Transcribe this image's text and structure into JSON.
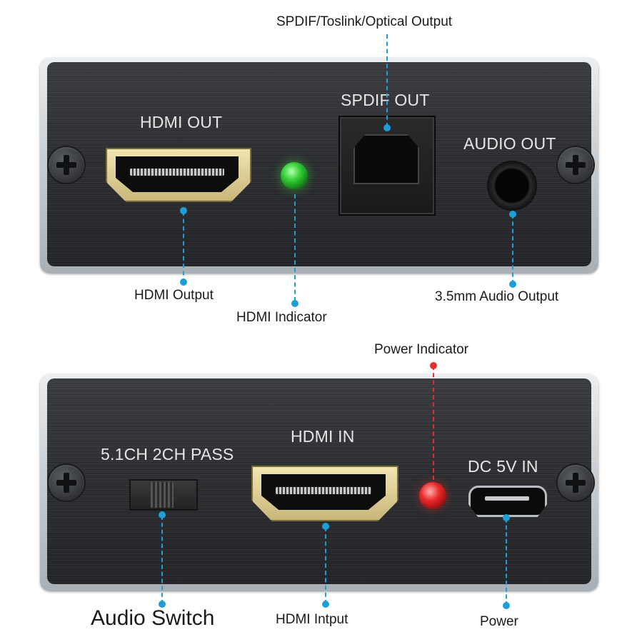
{
  "top_panel": {
    "labels": {
      "hdmi_out": "HDMI OUT",
      "spdif_out": "SPDIF OUT",
      "audio_out": "AUDIO OUT"
    },
    "captions": {
      "spdif": "SPDIF/Toslink/Optical Output",
      "hdmi_output": "HDMI Output",
      "hdmi_indicator": "HDMI Indicator",
      "audio_output": "3.5mm Audio Output"
    }
  },
  "bottom_panel": {
    "labels": {
      "switch": "5.1CH 2CH PASS",
      "hdmi_in": "HDMI IN",
      "dc_in": "DC 5V IN"
    },
    "captions": {
      "power_indicator": "Power Indicator",
      "audio_switch": "Audio Switch",
      "hdmi_input": "HDMI Intput",
      "power": "Power"
    }
  },
  "colors": {
    "leader_blue": "#1e9ed6",
    "leader_red": "#e23030",
    "led_green": "#37d13a",
    "led_red": "#ea2a2a"
  },
  "icons": [
    "screw-icon",
    "hdmi-port-icon",
    "optical-port-icon",
    "audio-jack-icon",
    "micro-usb-port-icon",
    "slide-switch-icon",
    "led-icon"
  ]
}
